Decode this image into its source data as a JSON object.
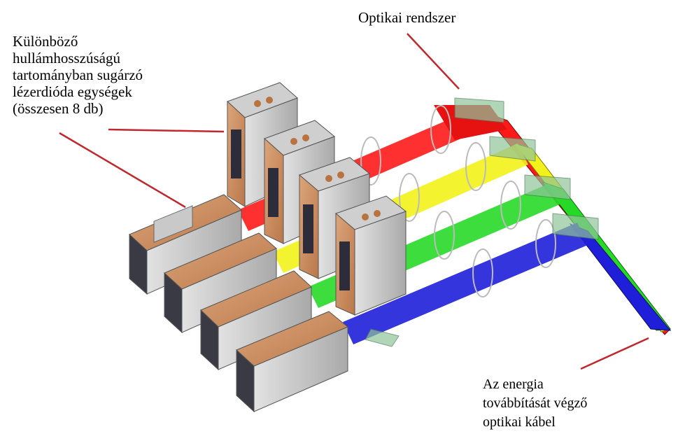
{
  "labels": {
    "laser_units": [
      "Különböző",
      "hullámhosszúságú",
      "tartományban sugárzó",
      "lézerdióda egységek",
      "(összesen 8 db)"
    ],
    "optical_system": "Optikai rendszer",
    "cable": [
      "Az energia",
      "továbbítását végző",
      "optikai kábel"
    ]
  },
  "colors": {
    "leader_line": "#c0282d",
    "beam_red": "#ff1a1a",
    "beam_yellow": "#f2f21a",
    "beam_green": "#27d927",
    "beam_blue": "#1f1fd9",
    "housing_copper": "#c88a5c",
    "housing_grey": "#d2d2d2",
    "mirror_green": "#8fc49a"
  }
}
